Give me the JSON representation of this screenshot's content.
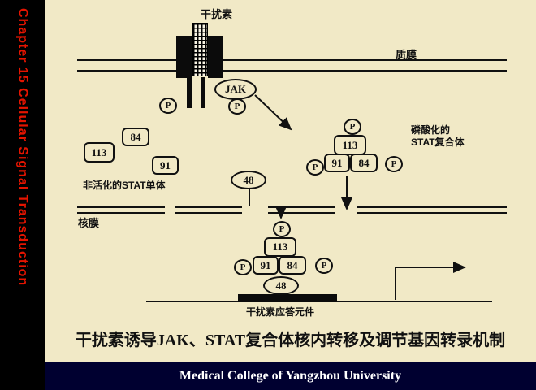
{
  "sidebar": {
    "title": "Chapter 15 Cellular Signal Transduction"
  },
  "diagram": {
    "interferon_label": "干扰素",
    "plasma_membrane_label": "质膜",
    "jak_label": "JAK",
    "p_label": "P",
    "stat84": "84",
    "stat113": "113",
    "stat91": "91",
    "stat48": "48",
    "inactive_stat_label": "非活化的STAT单体",
    "phospho_label_line1": "磷酸化的",
    "phospho_label_line2": "STAT复合体",
    "nuclear_membrane_label": "核膜",
    "response_element_label": "干扰素应答元件"
  },
  "caption": "干扰素诱导JAK、STAT复合体核内转移及调节基因转录机制",
  "footer": {
    "text": "Medical College of Yangzhou University"
  },
  "colors": {
    "slide_bg": "#f1e9c6",
    "sidebar_bg": "#000000",
    "sidebar_text": "#e51400",
    "footer_bg": "#000030",
    "footer_text": "#ffffff"
  }
}
